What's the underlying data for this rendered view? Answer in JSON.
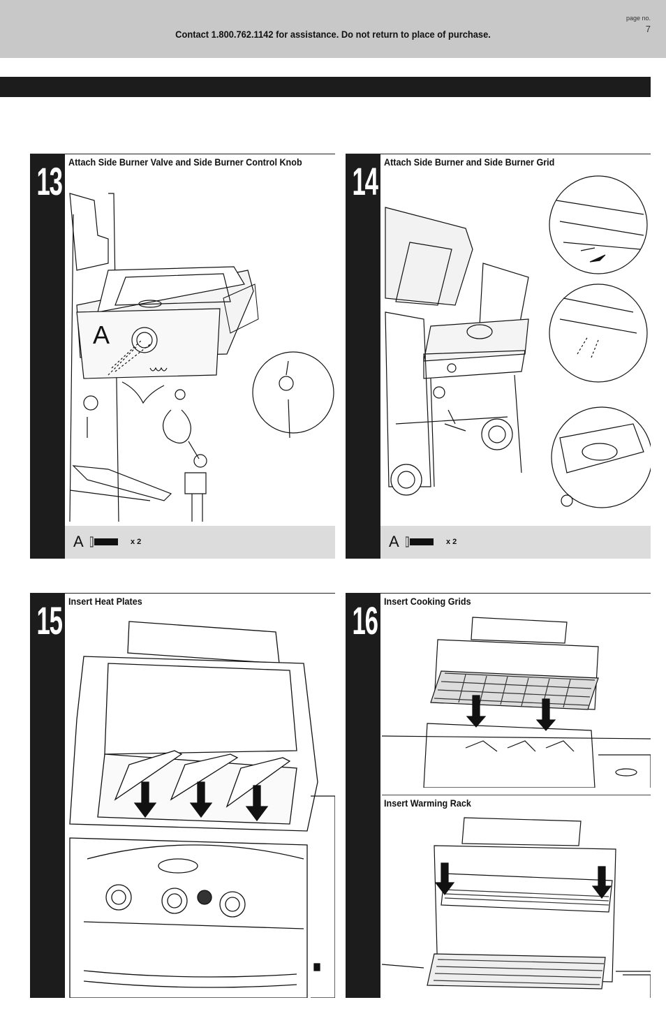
{
  "header": {
    "contact": "Contact 1.800.762.1142 for assistance. Do not return to place of purchase.",
    "page_label": "page no.",
    "page_number": "7"
  },
  "steps": [
    {
      "number": "13",
      "title": "Attach Side Burner Valve and Side Burner Control Knob",
      "callout": "A",
      "hardware": {
        "letter": "A",
        "qty": "x 2"
      }
    },
    {
      "number": "14",
      "title": "Attach Side Burner and Side Burner Grid",
      "hardware": {
        "letter": "A",
        "qty": "x 2"
      }
    },
    {
      "number": "15",
      "title": "Insert Heat Plates"
    },
    {
      "number": "16",
      "title": "Insert Cooking Grids",
      "subtitle": "Insert Warming Rack"
    }
  ]
}
